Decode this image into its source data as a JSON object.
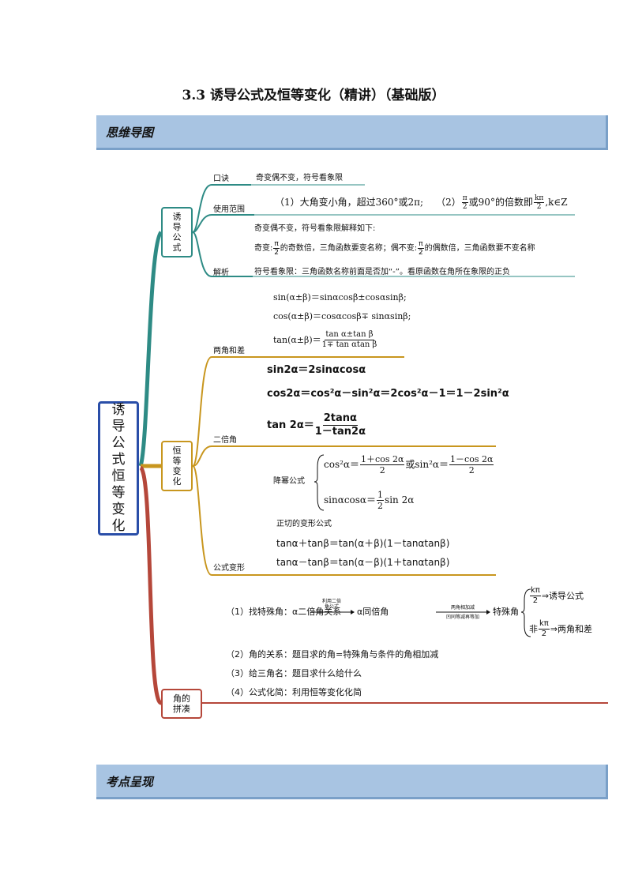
{
  "title": "3.3  诱导公式及恒等变化（精讲）（基础版）",
  "banner1": "思维导图",
  "banner2": "考点呈现",
  "root": {
    "label": "诱导公式恒等变化",
    "chars": [
      "诱",
      "导",
      "公",
      "式",
      "恒",
      "等",
      "变",
      "化"
    ]
  },
  "branches": {
    "induction": {
      "chars": [
        "诱",
        "导",
        "公",
        "式"
      ]
    },
    "identity": {
      "chars": [
        "恒",
        "等",
        "变",
        "化"
      ]
    },
    "angle": {
      "chars": [
        "角的",
        "拼凑"
      ]
    }
  },
  "induction": {
    "koujue_label": "口诀",
    "koujue_text": "奇变偶不变，符号看象限",
    "range_label": "使用范围",
    "range_text1": "（1）大角变小角，超过360°或2π;",
    "range_text2": "（2）",
    "range_text3": "或90°的倍数即",
    "range_text4": ",k∈Z",
    "jiexi_label": "解析",
    "jiexi_line1": "奇变偶不变，符号看象限解释如下:",
    "jiexi_line2a": "奇变:",
    "jiexi_line2b": "的奇数倍，三角函数要变名称；偶不变:",
    "jiexi_line2c": "的偶数倍，三角函数要不变名称",
    "jiexi_line3": "符号看象限：三角函数名称前面是否加“-”。看原函数在角所在象限的正负"
  },
  "identity": {
    "sum_label": "两角和差",
    "sum_line1": "sin(α±β)＝sinαcosβ±cosαsinβ;",
    "sum_line2": "cos(α±β)＝cosαcosβ∓ sinαsinβ;",
    "sum_line3_left": "tan(α±β)＝",
    "sum_line3_num": "tan α±tan β",
    "sum_line3_den": "1∓ tan αtan β",
    "double_label": "二倍角",
    "double_line1": "sin2α＝2sinαcosα",
    "double_line2": "cos2α＝cos²α－sin²α＝2cos²α－1＝1－2sin²α",
    "double_line3_left": "tan  2α＝",
    "double_line3_num": "2tanα",
    "double_line3_den": "1－tan2α",
    "power_label": "降幂公式",
    "power_line1_left": "cos²α＝",
    "power_line1_num": "1＋cos 2α",
    "power_line1_mid": "或sin²α＝",
    "power_line1_num2": "1－cos 2α",
    "power_line2_left": "sinαcosα＝",
    "power_line2_right": "sin 2α",
    "tan_label": "正切的变形公式",
    "tan_line1": "tanα＋tanβ＝tan(α＋β)(1－tanαtanβ)",
    "tan_line2": "tanα－tanβ＝tan(α－β)(1＋tanαtanβ)",
    "trans_label": "公式变形"
  },
  "angle": {
    "line1_a": "（1）找特殊角：α二倍角关系",
    "arrow1_top": "利用二倍",
    "arrow1_bot": "角公式",
    "line1_b": "α同倍角",
    "arrow2_top": "两角相加减",
    "arrow2_bot": "凹同等减再等加",
    "line1_c": "特殊角",
    "special_top": "⇒诱导公式",
    "special_bot_prefix": "非",
    "special_bot": "⇒两角和差",
    "line2": "（2）角的关系：题目求的角=特殊角与条件的角相加减",
    "line3": "（3）给三角名：题目求什么给什么",
    "line4": "（4）公式化简：利用恒等变化化简"
  },
  "fractions": {
    "pi": "π",
    "two": "2",
    "kpi": "kπ",
    "one": "1"
  },
  "colors": {
    "teal": "#2e8b85",
    "gold": "#c8961e",
    "red": "#b5473a",
    "rootBorder": "#2a4ea8",
    "banner": "#a8c4e2"
  }
}
